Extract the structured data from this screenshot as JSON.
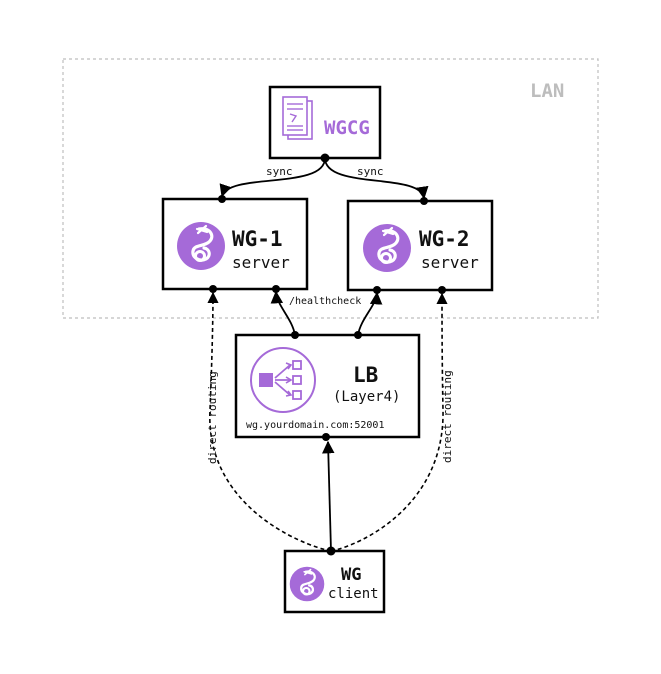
{
  "lan": {
    "label": "LAN"
  },
  "wgcg": {
    "title": "WGCG"
  },
  "wg1": {
    "title": "WG-1",
    "subtitle": "server"
  },
  "wg2": {
    "title": "WG-2",
    "subtitle": "server"
  },
  "lb": {
    "title": "LB",
    "subtitle": "(Layer4)",
    "endpoint": "wg.yourdomain.com:52001"
  },
  "client": {
    "title": "WG",
    "subtitle": "client"
  },
  "edges": {
    "sync_left": "sync",
    "sync_right": "sync",
    "healthcheck": "/healthcheck",
    "direct_left": "direct routing",
    "direct_right": "direct routing"
  },
  "colors": {
    "accent": "#a56ad8",
    "lan_border": "#bdbdbd",
    "lan_text": "#bdbdbd"
  },
  "icons": {
    "wgcg": "document-icon",
    "wireguard": "wireguard-logo-icon",
    "lb": "load-balancer-icon"
  }
}
